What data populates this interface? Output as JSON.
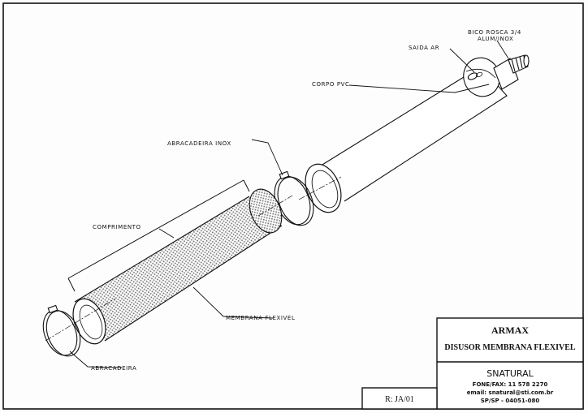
{
  "labels": {
    "bico_rosca_line1": "BICO ROSCA 3/4",
    "bico_rosca_line2": "ALUM/INOX",
    "saida_ar": "SAIDA AR",
    "corpo_pvc": "CORPO PVC",
    "abracadeira_inox": "ABRACADEIRA INOX",
    "comprimento": "COMPRIMENTO",
    "membrana_flexivel": "MEMBRANA FLEXIVEL",
    "abracadeira": "ABRACADEIRA"
  },
  "title_block": {
    "title": "ARMAX",
    "subtitle": "DISUSOR MEMBRANA FLEXIVEL",
    "company": "SNATURAL",
    "phone": "FONE/FAX: 11 578 2270",
    "email": "email: snatural@sti.com.br",
    "address": "SP/SP - 04051-080",
    "revision": "R: JA/01"
  },
  "colors": {
    "ink": "#111111",
    "paper": "#fdfdfd"
  }
}
